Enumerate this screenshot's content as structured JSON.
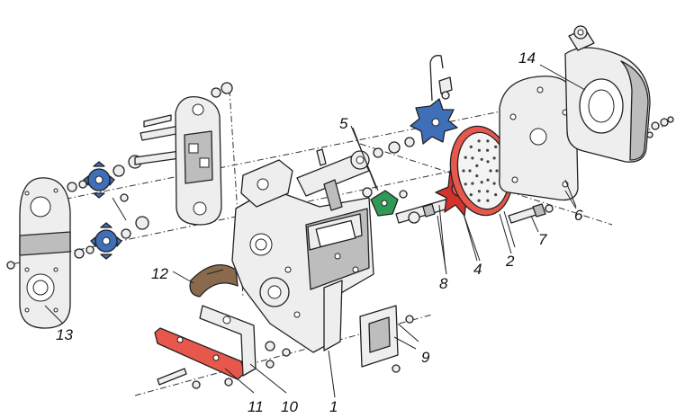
{
  "diagram": {
    "colors": {
      "housing": "#eeeeee",
      "shade": "#bdbdbd",
      "blue": "#3f6fb8",
      "red": "#e8574b",
      "crimson": "#d6322c",
      "green": "#2f9a55",
      "bronze": "#8a6a4c",
      "ink": "#222222"
    },
    "labels": {
      "1": "1",
      "2": "2",
      "4": "4",
      "5": "5",
      "6": "6",
      "7": "7",
      "8": "8",
      "9": "9",
      "10": "10",
      "11": "11",
      "12": "12",
      "13": "13",
      "14": "14"
    }
  }
}
